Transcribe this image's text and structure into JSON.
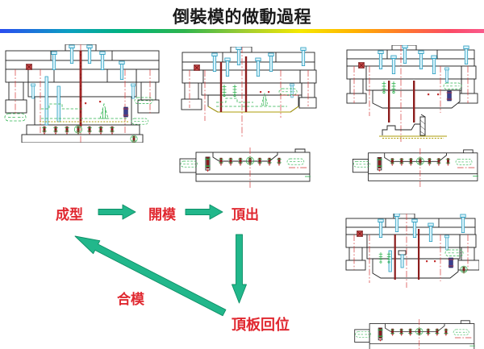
{
  "slide": {
    "title": "倒裝模的做動過程",
    "title_color": "#1a1a1a",
    "divider_colors": [
      "#2a4df0",
      "#0b9ec2",
      "#00b37a",
      "#2eb44e",
      "#9ccc33",
      "#f5e800",
      "#ffb300",
      "#ff7a2a",
      "#fb4b66",
      "#fa5a8c"
    ]
  },
  "flow": {
    "label_color": "#e02830",
    "arrow_color": "#22b78b",
    "steps": [
      {
        "label": "成型"
      },
      {
        "label": "開模"
      },
      {
        "label": "頂出"
      },
      {
        "label": "頂板回位"
      },
      {
        "label": "合模"
      }
    ]
  },
  "drawings": {
    "color_legend": {
      "outline": "#222222",
      "centerline": "#d43838",
      "hidden_detail": "#2bb24c",
      "guide_pins": "#2a9ec2",
      "screws": "#8c1d1d",
      "parting_line": "#ad9d08"
    },
    "views": [
      {
        "name": "mold-closed-view"
      },
      {
        "name": "mold-open-view"
      },
      {
        "name": "mold-open-ejector-plate-view"
      },
      {
        "name": "mold-ejected-view"
      },
      {
        "name": "mold-ejected-ejector-plate-view"
      },
      {
        "name": "mold-return-view"
      },
      {
        "name": "mold-return-ejector-plate-view"
      }
    ]
  }
}
